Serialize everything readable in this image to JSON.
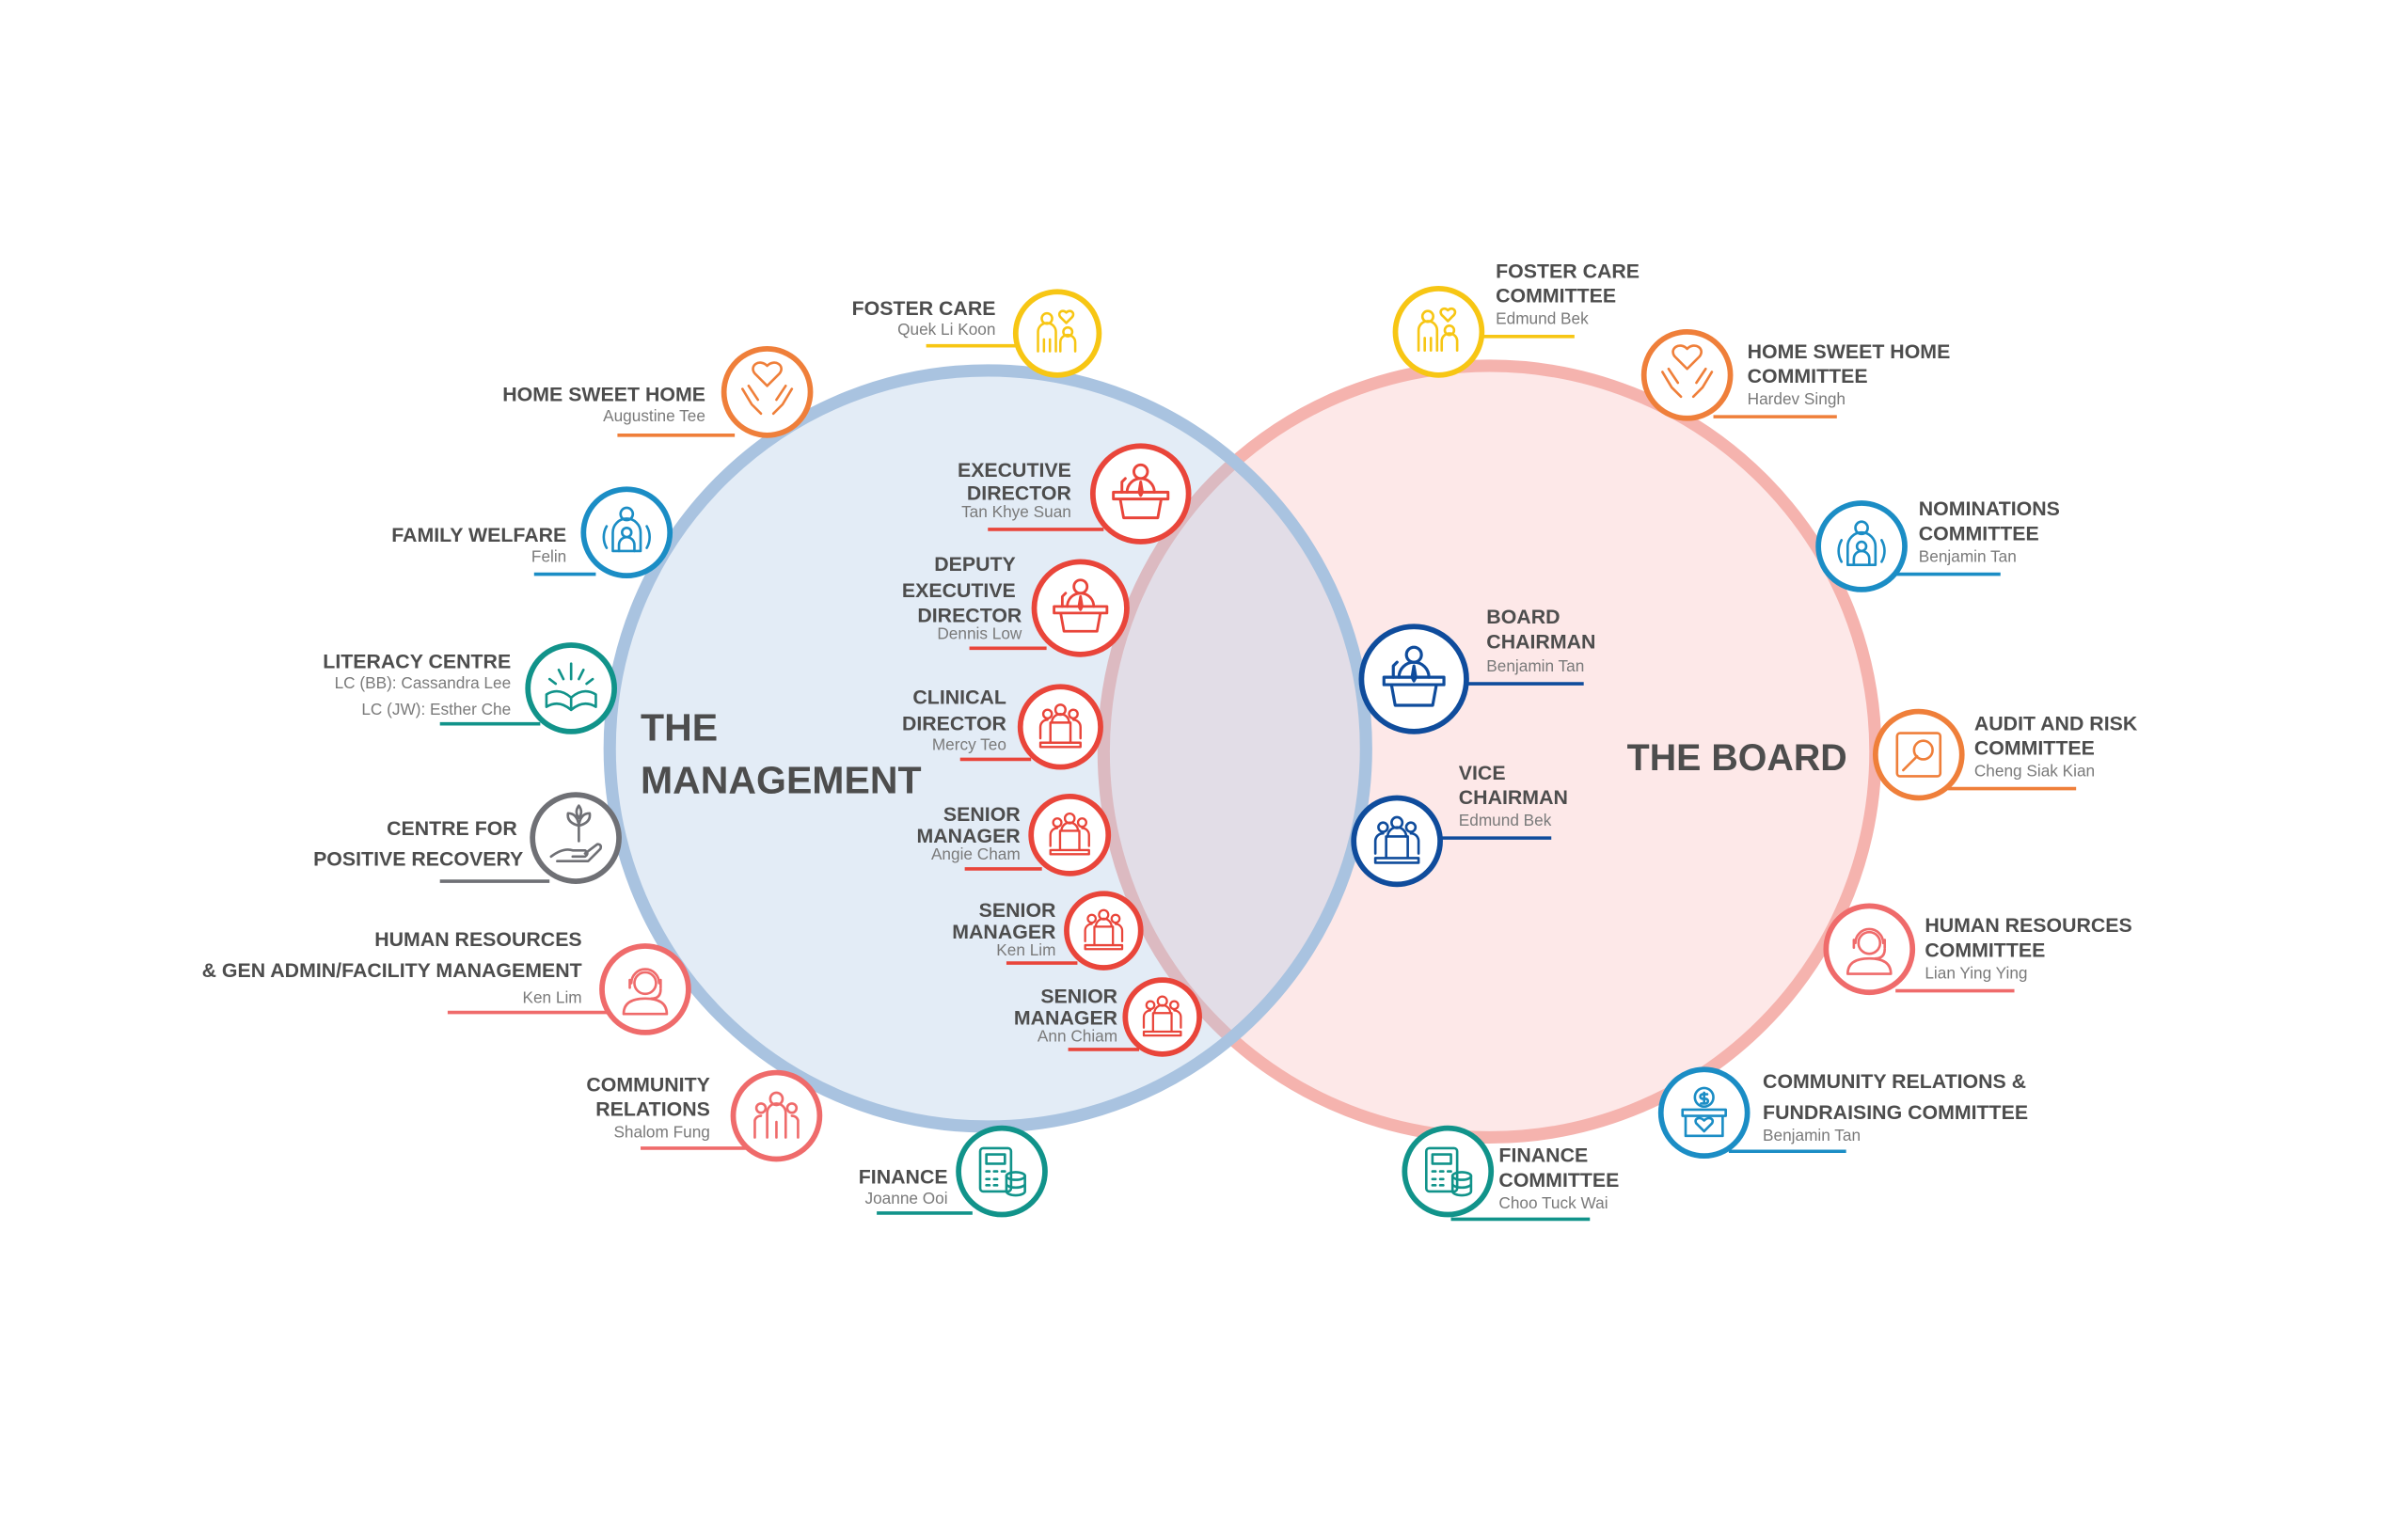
{
  "colors": {
    "yellow": "#f7c614",
    "orange": "#ef7f3a",
    "blue": "#1b8dc5",
    "teal": "#11938a",
    "gray": "#6f7075",
    "coral": "#ef6b6b",
    "red": "#e9453a",
    "navy": "#0f4c9c",
    "management_fill": "#e3ebf5",
    "management_ring": "#a9c3e0",
    "board_fill": "#fde8e8",
    "board_ring": "#f5b3ae"
  },
  "management": {
    "title_lines": [
      "THE",
      "MANAGEMENT"
    ],
    "nodes": [
      {
        "id": "foster-care",
        "icon": "family",
        "color": "yellow",
        "title_lines": [
          "FOSTER CARE"
        ],
        "names": [
          "Quek Li Koon"
        ]
      },
      {
        "id": "home-sweet-home",
        "icon": "heart-hands",
        "color": "orange",
        "title_lines": [
          "HOME SWEET HOME"
        ],
        "names": [
          "Augustine Tee"
        ]
      },
      {
        "id": "family-welfare",
        "icon": "parent-child",
        "color": "blue",
        "title_lines": [
          "FAMILY WELFARE"
        ],
        "names": [
          "Felin"
        ]
      },
      {
        "id": "literacy-centre",
        "icon": "book",
        "color": "teal",
        "title_lines": [
          "LITERACY CENTRE"
        ],
        "names": [
          "LC (BB): Cassandra Lee",
          "LC (JW): Esther Che"
        ]
      },
      {
        "id": "centre-for-positive-recovery",
        "icon": "plant-hand",
        "color": "gray",
        "title_lines": [
          "CENTRE FOR",
          "POSITIVE RECOVERY"
        ],
        "names": []
      },
      {
        "id": "human-resources",
        "icon": "headset",
        "color": "coral",
        "title_lines": [
          "HUMAN RESOURCES",
          "& GEN ADMIN/FACILITY MANAGEMENT"
        ],
        "names": [
          "Ken Lim"
        ]
      },
      {
        "id": "community-relations",
        "icon": "group",
        "color": "coral",
        "title_lines": [
          "COMMUNITY",
          "RELATIONS"
        ],
        "names": [
          "Shalom Fung"
        ]
      },
      {
        "id": "finance",
        "icon": "calculator",
        "color": "teal",
        "title_lines": [
          "FINANCE"
        ],
        "names": [
          "Joanne Ooi"
        ]
      },
      {
        "id": "executive-director",
        "icon": "podium-speaker",
        "color": "red",
        "title_lines": [
          "EXECUTIVE",
          "DIRECTOR"
        ],
        "names": [
          "Tan Khye Suan"
        ]
      },
      {
        "id": "deputy-executive-director",
        "icon": "podium-speaker",
        "color": "red",
        "title_lines": [
          "DEPUTY",
          "EXECUTIVE",
          "DIRECTOR"
        ],
        "names": [
          "Dennis Low"
        ]
      },
      {
        "id": "clinical-director",
        "icon": "podium-group",
        "color": "red",
        "title_lines": [
          "CLINICAL",
          "DIRECTOR"
        ],
        "names": [
          "Mercy Teo"
        ]
      },
      {
        "id": "senior-manager-1",
        "icon": "podium-group",
        "color": "red",
        "title_lines": [
          "SENIOR",
          "MANAGER"
        ],
        "names": [
          "Angie Cham"
        ]
      },
      {
        "id": "senior-manager-2",
        "icon": "podium-group",
        "color": "red",
        "title_lines": [
          "SENIOR",
          "MANAGER"
        ],
        "names": [
          "Ken Lim"
        ]
      },
      {
        "id": "senior-manager-3",
        "icon": "podium-group",
        "color": "red",
        "title_lines": [
          "SENIOR",
          "MANAGER"
        ],
        "names": [
          "Ann Chiam"
        ]
      }
    ]
  },
  "board": {
    "title_lines": [
      "THE BOARD"
    ],
    "nodes": [
      {
        "id": "foster-care-committee",
        "icon": "family",
        "color": "yellow",
        "title_lines": [
          "FOSTER CARE",
          "COMMITTEE"
        ],
        "names": [
          "Edmund Bek"
        ]
      },
      {
        "id": "home-sweet-home-committee",
        "icon": "heart-hands",
        "color": "orange",
        "title_lines": [
          "HOME SWEET HOME",
          "COMMITTEE"
        ],
        "names": [
          "Hardev Singh"
        ]
      },
      {
        "id": "nominations-committee",
        "icon": "parent-child",
        "color": "blue",
        "title_lines": [
          "NOMINATIONS",
          "COMMITTEE"
        ],
        "names": [
          "Benjamin Tan"
        ]
      },
      {
        "id": "board-chairman",
        "icon": "podium-speaker",
        "color": "navy",
        "title_lines": [
          "BOARD",
          "CHAIRMAN"
        ],
        "names": [
          "Benjamin Tan"
        ]
      },
      {
        "id": "vice-chairman",
        "icon": "podium-group",
        "color": "navy",
        "title_lines": [
          "VICE",
          "CHAIRMAN"
        ],
        "names": [
          "Edmund Bek"
        ]
      },
      {
        "id": "audit-and-risk-committee",
        "icon": "magnifier",
        "color": "orange",
        "title_lines": [
          "AUDIT AND RISK",
          "COMMITTEE"
        ],
        "names": [
          "Cheng Siak Kian"
        ]
      },
      {
        "id": "human-resources-committee",
        "icon": "headset",
        "color": "coral",
        "title_lines": [
          "HUMAN RESOURCES",
          "COMMITTEE"
        ],
        "names": [
          "Lian Ying Ying"
        ]
      },
      {
        "id": "community-relations-fundraising-committee",
        "icon": "donation-box",
        "color": "blue",
        "title_lines": [
          "COMMUNITY RELATIONS &",
          "FUNDRAISING COMMITTEE"
        ],
        "names": [
          "Benjamin Tan"
        ]
      },
      {
        "id": "finance-committee",
        "icon": "calculator",
        "color": "teal",
        "title_lines": [
          "FINANCE",
          "COMMITTEE"
        ],
        "names": [
          "Choo Tuck Wai"
        ]
      }
    ]
  }
}
